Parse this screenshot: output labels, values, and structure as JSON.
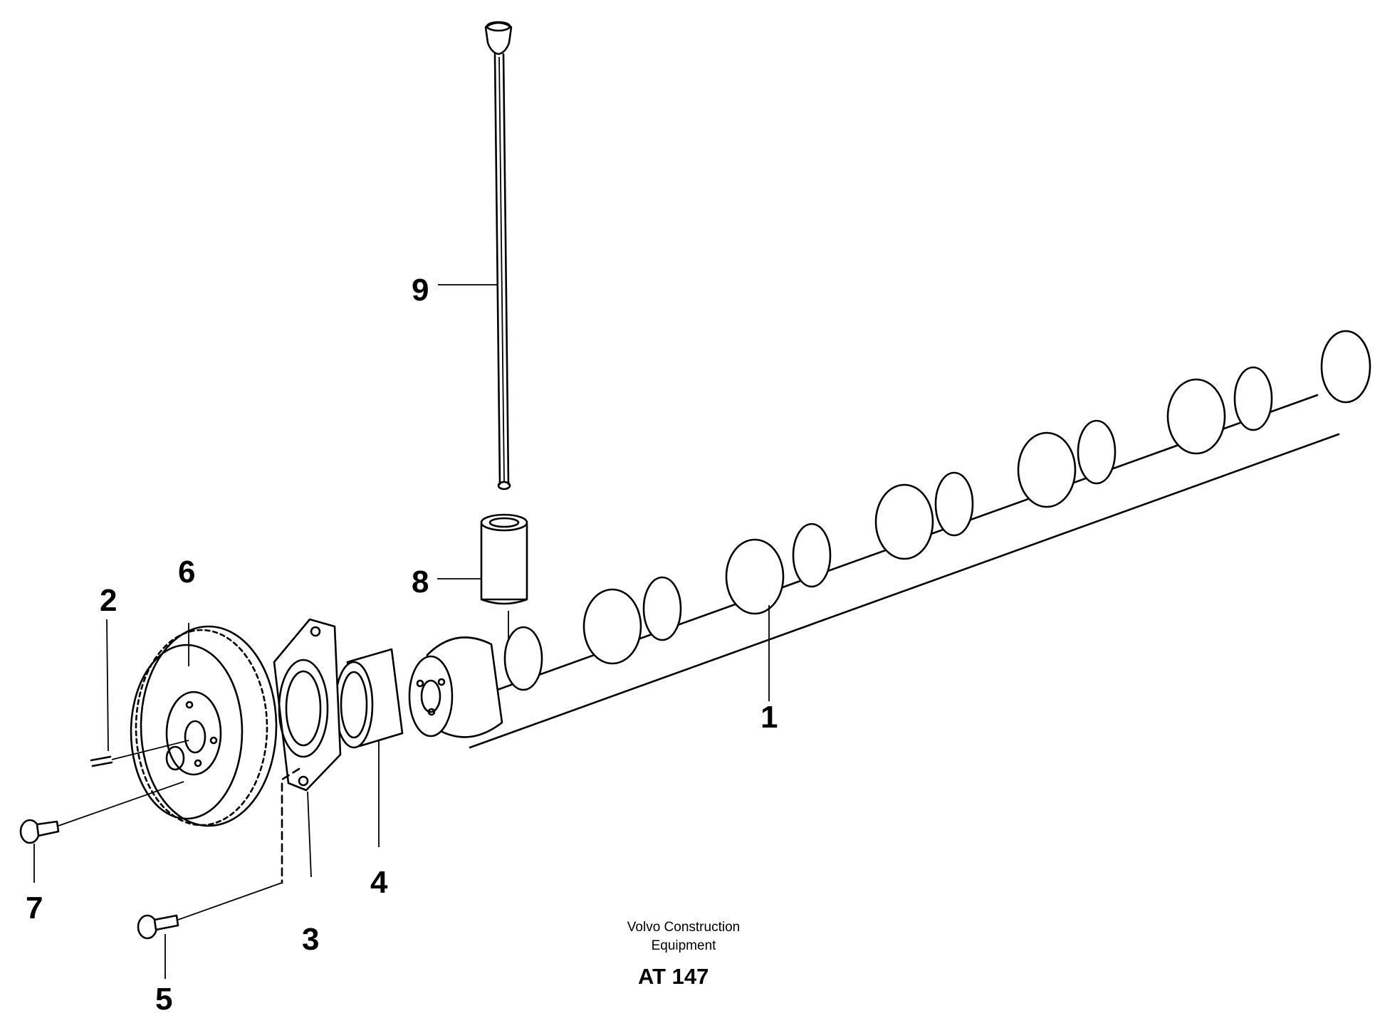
{
  "callouts": {
    "p1": "1",
    "p2": "2",
    "p3": "3",
    "p4": "4",
    "p5": "5",
    "p6": "6",
    "p7": "7",
    "p8": "8",
    "p9": "9"
  },
  "caption": {
    "company_line1": "Volvo Construction",
    "company_line2": "Equipment",
    "drawing_code": "AT 147"
  }
}
